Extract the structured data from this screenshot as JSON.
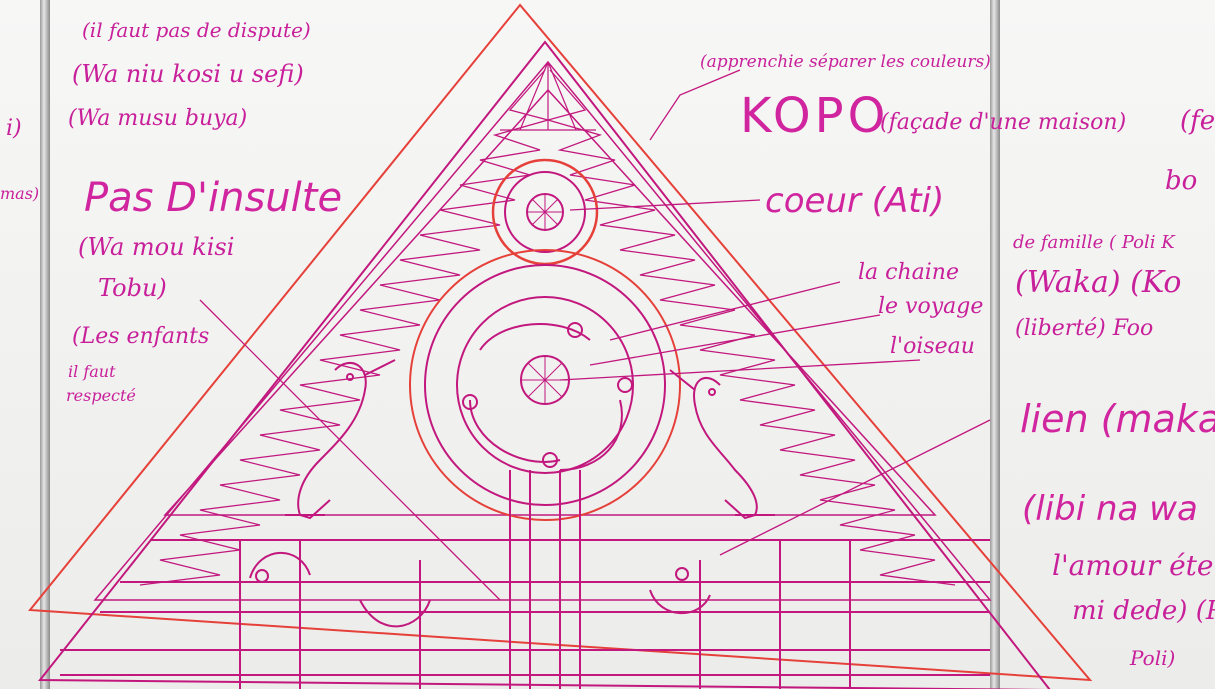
{
  "image": {
    "description_subject": "whiteboard drawing",
    "colors": {
      "ink_magenta": "#c8209a",
      "ink_red": "#e6403a",
      "board": "#f2f2f0"
    }
  },
  "left_notes": [
    "(il faut pas de dispute)",
    "(Wa niu kosi u sefi)",
    "(Wa musu buya)",
    "Pas D'insulte",
    "(Wa mou kisi",
    "Tobu)",
    "(Les enfants",
    "il faut",
    "respecté"
  ],
  "edge_left": [
    "i)",
    "mas)"
  ],
  "right_notes": {
    "separation": "(apprenchie séparer les couleurs)",
    "kopo_title": "KOPO",
    "kopo_desc": "(façade d'une maison)",
    "kopo_tail": "(fe",
    "kopo_sub": "bo",
    "coeur": "coeur (Ati)",
    "la_chaine": "la chaine",
    "le_voyage": "le voyage",
    "l_oiseau": "l'oiseau"
  },
  "far_right_notes": [
    "de famille ( Poli K",
    "(Waka) (Ko",
    "(liberté) Foo",
    "lien (makad",
    "(libi na wa",
    "l'amour éterni",
    "mi dede) (Po",
    "Poli)"
  ]
}
